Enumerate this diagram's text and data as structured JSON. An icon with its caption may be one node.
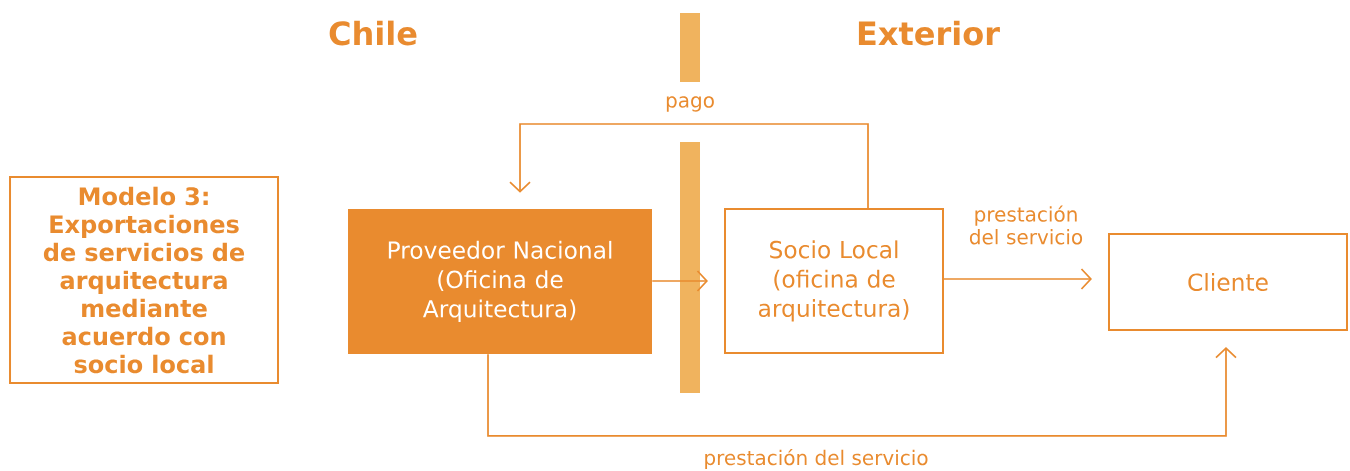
{
  "diagram": {
    "nodes": [
      {
        "text": [
          "Modelo 3: Exportaciones de servicios de arquitectura mediante acuerdo con socio local"
        ]
      },
      {
        "text": [
          "Proveedor Nacional (Oficina de Arquitectura)"
        ]
      },
      {
        "text": [
          "Socio Local (oficina de arquitectura)"
        ]
      },
      {
        "text": [
          "Cliente"
        ]
      }
    ],
    "edges": [
      {
        "from": 2,
        "to": 1,
        "arrow": "to",
        "label": "pago"
      },
      {
        "from": 1,
        "to": 2,
        "arrow": "to"
      },
      {
        "from": 2,
        "to": 3,
        "arrow": "to",
        "label": "prestación del servicio"
      },
      {
        "from": 1,
        "to": 3,
        "arrow": "to",
        "label": "prestación del servicio"
      }
    ],
    "labels": [
      "Chile",
      "Exterior"
    ]
  }
}
